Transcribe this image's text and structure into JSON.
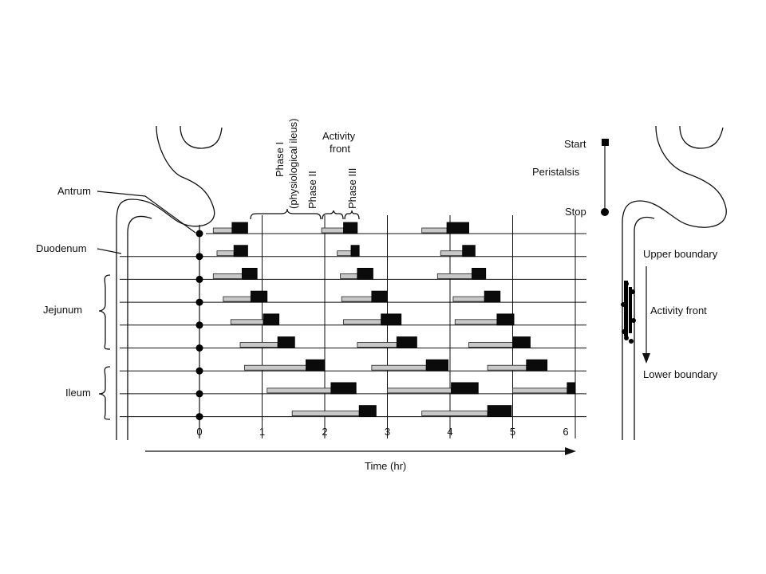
{
  "labels": {
    "antrum": "Antrum",
    "duodenum": "Duodenum",
    "jejunum": "Jejunum",
    "ileum": "Ileum",
    "phase1_line1": "Phase I",
    "phase1_line2": "(physiological ileus)",
    "phase2": "Phase II",
    "phase3": "Phase III",
    "activity_front_line1": "Activity",
    "activity_front_line2": "front",
    "time_axis": "Time (hr)",
    "time_ticks": [
      "0",
      "1",
      "2",
      "3",
      "4",
      "5",
      "6"
    ]
  },
  "legend": {
    "start": "Start",
    "peristalsis": "Peristalsis",
    "stop": "Stop",
    "upper_boundary": "Upper boundary",
    "activity_front": "Activity front",
    "lower_boundary": "Lower boundary"
  },
  "chart_data": {
    "type": "timeline",
    "x_unit": "hr",
    "xlim": [
      0,
      6
    ],
    "tracks": 9,
    "segments": [
      {
        "track": 1,
        "phase2": [
          0.22,
          0.52
        ],
        "phase3": [
          0.52,
          0.77
        ]
      },
      {
        "track": 1,
        "phase2": [
          1.95,
          2.3
        ],
        "phase3": [
          2.3,
          2.52
        ]
      },
      {
        "track": 1,
        "phase2": [
          3.55,
          3.95
        ],
        "phase3": [
          3.95,
          4.3
        ]
      },
      {
        "track": 2,
        "phase2": [
          0.28,
          0.55
        ],
        "phase3": [
          0.55,
          0.77
        ]
      },
      {
        "track": 2,
        "phase2": [
          2.2,
          2.42
        ],
        "phase3": [
          2.42,
          2.55
        ]
      },
      {
        "track": 2,
        "phase2": [
          3.85,
          4.2
        ],
        "phase3": [
          4.2,
          4.4
        ]
      },
      {
        "track": 3,
        "phase2": [
          0.22,
          0.68
        ],
        "phase3": [
          0.68,
          0.92
        ]
      },
      {
        "track": 3,
        "phase2": [
          2.25,
          2.52
        ],
        "phase3": [
          2.52,
          2.77
        ]
      },
      {
        "track": 3,
        "phase2": [
          3.8,
          4.35
        ],
        "phase3": [
          4.35,
          4.57
        ]
      },
      {
        "track": 4,
        "phase2": [
          0.38,
          0.82
        ],
        "phase3": [
          0.82,
          1.08
        ]
      },
      {
        "track": 4,
        "phase2": [
          2.27,
          2.75
        ],
        "phase3": [
          2.75,
          3.0
        ]
      },
      {
        "track": 4,
        "phase2": [
          4.05,
          4.55
        ],
        "phase3": [
          4.55,
          4.8
        ]
      },
      {
        "track": 5,
        "phase2": [
          0.5,
          1.02
        ],
        "phase3": [
          1.02,
          1.27
        ]
      },
      {
        "track": 5,
        "phase2": [
          2.3,
          2.9
        ],
        "phase3": [
          2.9,
          3.22
        ]
      },
      {
        "track": 5,
        "phase2": [
          4.08,
          4.75
        ],
        "phase3": [
          4.75,
          5.02
        ]
      },
      {
        "track": 6,
        "phase2": [
          0.65,
          1.25
        ],
        "phase3": [
          1.25,
          1.52
        ]
      },
      {
        "track": 6,
        "phase2": [
          2.52,
          3.15
        ],
        "phase3": [
          3.15,
          3.47
        ]
      },
      {
        "track": 6,
        "phase2": [
          4.3,
          5.0
        ],
        "phase3": [
          5.0,
          5.28
        ]
      },
      {
        "track": 7,
        "phase2": [
          0.72,
          1.7
        ],
        "phase3": [
          1.7,
          2.0
        ]
      },
      {
        "track": 7,
        "phase2": [
          2.75,
          3.62
        ],
        "phase3": [
          3.62,
          3.97
        ]
      },
      {
        "track": 7,
        "phase2": [
          4.6,
          5.22
        ],
        "phase3": [
          5.22,
          5.55
        ]
      },
      {
        "track": 8,
        "phase2": [
          1.08,
          2.1
        ],
        "phase3": [
          2.1,
          2.5
        ]
      },
      {
        "track": 8,
        "phase2": [
          3.0,
          4.02
        ],
        "phase3": [
          4.02,
          4.45
        ]
      },
      {
        "track": 8,
        "phase2": [
          5.0,
          5.87
        ],
        "phase3": [
          5.87,
          6.0
        ]
      },
      {
        "track": 9,
        "phase2": [
          1.48,
          2.55
        ],
        "phase3": [
          2.55,
          2.82
        ]
      },
      {
        "track": 9,
        "phase2": [
          3.55,
          4.6
        ],
        "phase3": [
          4.6,
          4.98
        ]
      }
    ]
  }
}
